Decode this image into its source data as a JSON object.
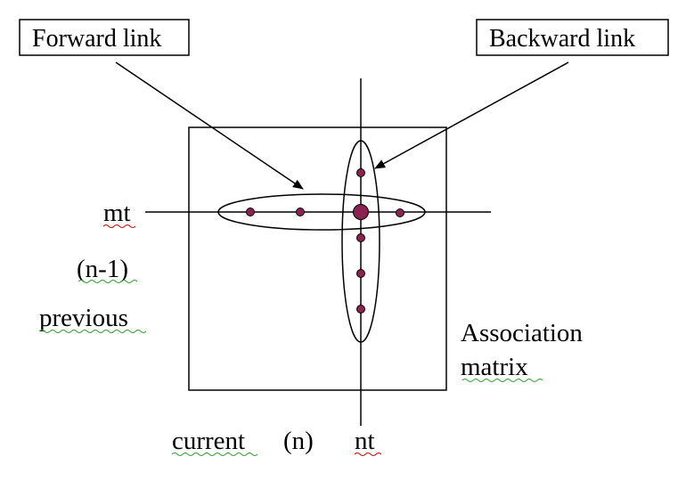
{
  "labels": {
    "forward_link": "Forward link",
    "backward_link": "Backward link",
    "mt": "mt",
    "n_minus_1": "(n-1)",
    "previous": "previous",
    "association_line1": "Association",
    "association_line2": "matrix",
    "current": "current",
    "n": "(n)",
    "nt": "nt"
  },
  "colors": {
    "line": "#000000",
    "dot": "#8b2252",
    "spellcheck_underline": "#2e9d2e",
    "spellcheck_error": "#d40000"
  }
}
